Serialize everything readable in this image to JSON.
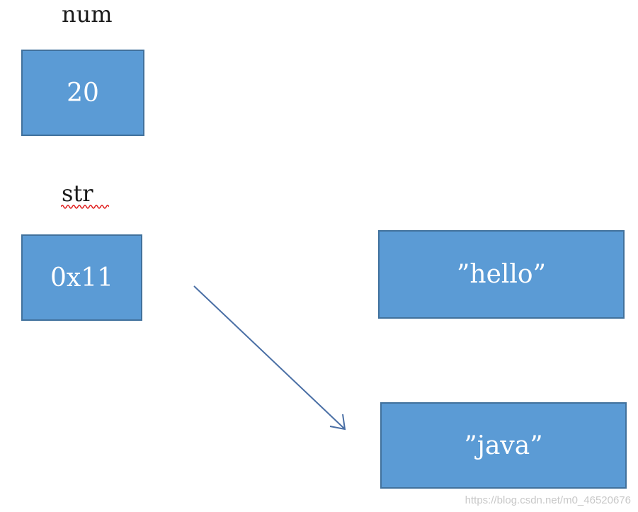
{
  "variables": {
    "num": {
      "label": "num",
      "value": "20"
    },
    "str": {
      "label": "str",
      "value": "0x11"
    }
  },
  "heap_objects": [
    {
      "value": "”hello”"
    },
    {
      "value": "”java”"
    }
  ],
  "colors": {
    "box_fill": "#5b9bd5",
    "box_border": "#41719c",
    "arrow": "#4a6fa5",
    "spellcheck_underline": "#e02020"
  },
  "watermark": "https://blog.csdn.net/m0_46520676"
}
